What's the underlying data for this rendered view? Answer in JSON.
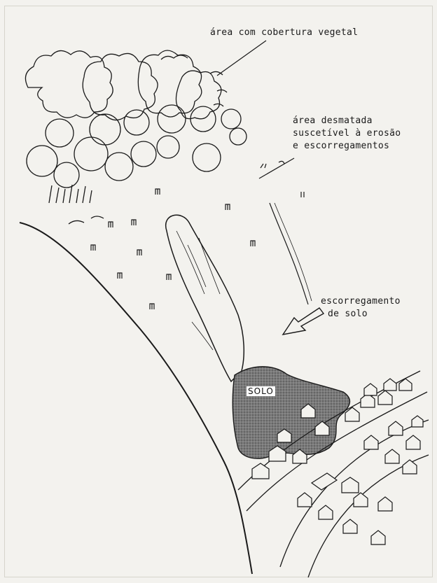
{
  "labels": {
    "vegetation": "área com cobertura vegetal",
    "deforested_line1": "área desmatada",
    "deforested_line2": "suscetível à erosão",
    "deforested_line3": "e escorregamentos",
    "landslide_line1": "escorregamento",
    "landslide_line2": "de solo",
    "soil": "SOLO"
  },
  "colors": {
    "ink": "#1a1a1a",
    "paper": "#f3f2ee",
    "soil_fill": "#6e6e6e"
  }
}
